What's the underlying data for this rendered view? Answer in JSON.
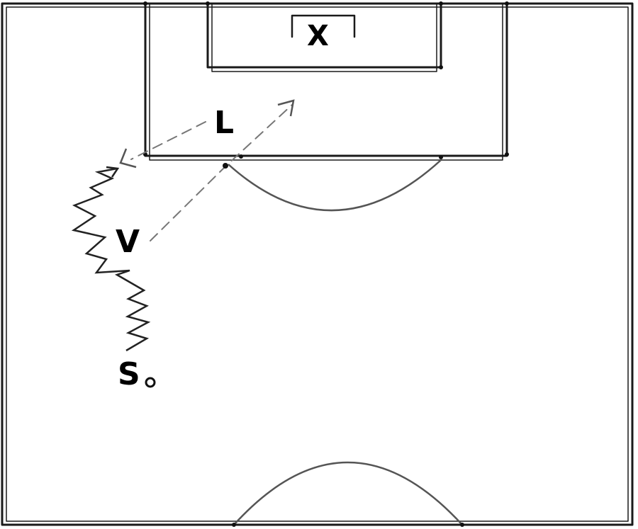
{
  "labels": {
    "goal": "X",
    "pass_label": "L",
    "cut_label": "V",
    "start_label": "S"
  }
}
